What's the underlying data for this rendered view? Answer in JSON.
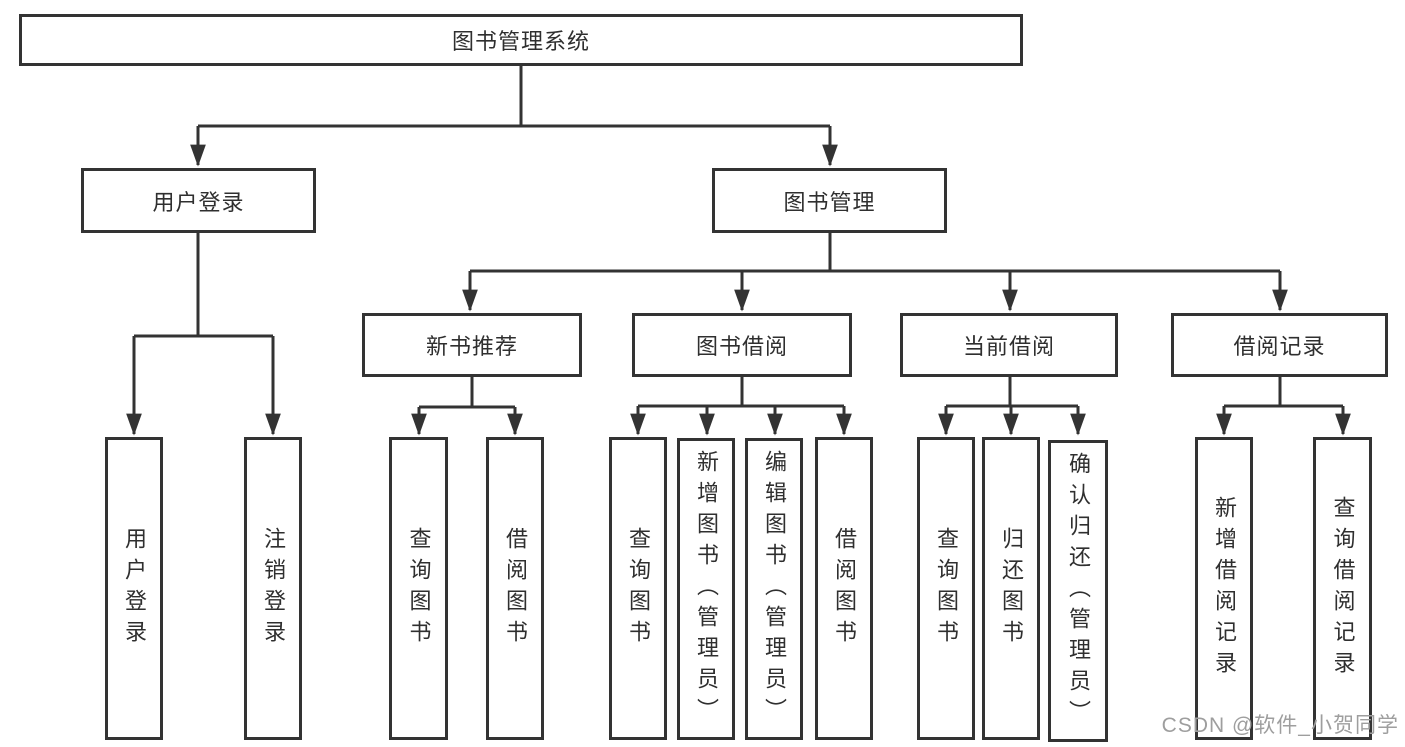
{
  "diagram": {
    "root": {
      "label": "图书管理系统"
    },
    "branches": [
      {
        "label": "用户登录",
        "children": [
          {
            "label": "用户登录"
          },
          {
            "label": "注销登录"
          }
        ]
      },
      {
        "label": "图书管理",
        "children": [
          {
            "label": "新书推荐",
            "children": [
              {
                "label": "查询图书"
              },
              {
                "label": "借阅图书"
              }
            ]
          },
          {
            "label": "图书借阅",
            "children": [
              {
                "label": "查询图书"
              },
              {
                "label": "新增图书（管理员）"
              },
              {
                "label": "编辑图书（管理员）"
              },
              {
                "label": "借阅图书"
              }
            ]
          },
          {
            "label": "当前借阅",
            "children": [
              {
                "label": "查询图书"
              },
              {
                "label": "归还图书"
              },
              {
                "label": "确认归还（管理员）"
              }
            ]
          },
          {
            "label": "借阅记录",
            "children": [
              {
                "label": "新增借阅记录"
              },
              {
                "label": "查询借阅记录"
              }
            ]
          }
        ]
      }
    ]
  },
  "watermark": {
    "text": "CSDN @软件_小贺同学"
  },
  "colors": {
    "line": "#333333",
    "text": "#2f2f2f",
    "watermark": "#9e9e9e",
    "background": "#ffffff"
  }
}
